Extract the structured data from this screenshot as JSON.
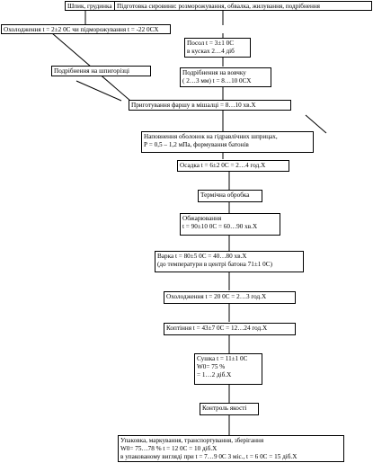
{
  "diagram": {
    "nodes": {
      "raw_pork": {
        "lines": [
          "Шпик, грудинка"
        ]
      },
      "raw_prep": {
        "lines": [
          "Підготовка сировини: розморожування,  обвалка, жилування, подрібнення"
        ]
      },
      "cooling": {
        "lines": [
          "Охолодження t = 2±2 0С чи підморожування t = -22 0СХ"
        ]
      },
      "salting": {
        "lines": [
          "Посол t = 3±1 0С",
          "в кусках 2…4 діб"
        ]
      },
      "grinding_top": {
        "lines": [
          "Подрібнення на шпигорізці"
        ]
      },
      "grinding_wolf": {
        "lines": [
          "Подрібнення на вовчку",
          "( 2…3 мм) t = 8…10 0СХ"
        ]
      },
      "mixing": {
        "lines": [
          "Приготування фаршу в мішалці  = 8…10 хв.Х"
        ]
      },
      "filling": {
        "lines": [
          "Наповнення оболонок на гідравлічних шприцах,",
          "Р = 0,5 – 1,2 мПа, формування батонів"
        ]
      },
      "settling": {
        "lines": [
          "Осадка t = 6±2 0С  = 2…4 год.Х"
        ]
      },
      "thermal": {
        "lines": [
          "Термічна обробка"
        ]
      },
      "roasting": {
        "lines": [
          "Обжарювання",
          "t = 90±10 0С  = 60…90 хв.Х"
        ]
      },
      "boiling": {
        "lines": [
          "Варка t = 80±5 0С  = 40…80 хв.Х",
          "(до температури в центрі батона 71±1 0С)"
        ]
      },
      "cooling2": {
        "lines": [
          "Охолодження t = 20 0С  = 2…3 год.Х"
        ]
      },
      "smoking": {
        "lines": [
          "Коптіння t = 43±7 0С  = 12…24 год.Х"
        ]
      },
      "drying": {
        "lines": [
          "Сушка t = 11±1 0С",
          "W0= 75 %",
          " = 1…2 діб.Х"
        ]
      },
      "quality": {
        "lines": [
          "Контроль якості"
        ]
      },
      "packing": {
        "lines": [
          "Упаковка, маркування, транспортування, зберігання",
          " W0= 75…78 %  t = 12 0С  = 10 діб.Х",
          "в упакованому вигляді при t = 7…9 0С 3 міс., t = 6 0С  = 15 діб.Х"
        ]
      }
    }
  }
}
